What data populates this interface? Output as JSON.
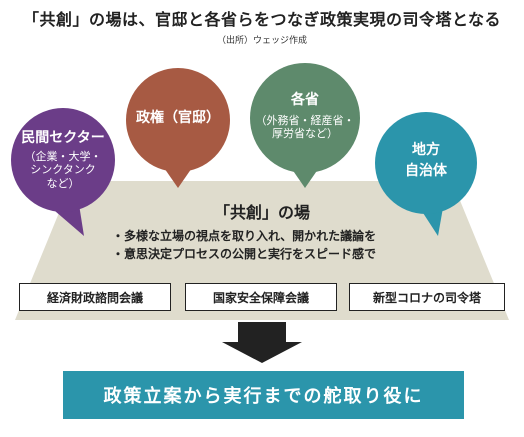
{
  "title": "「共創」の場は、官邸と各省らをつなぎ政策実現の司令塔となる",
  "source": "（出所）ウェッジ作成",
  "colors": {
    "purple": "#6b3d88",
    "brown": "#a75a43",
    "green": "#5e8a6c",
    "teal": "#2b95ab",
    "platform": "#dfdccd",
    "banner": "#2b95ab",
    "arrow": "#222222"
  },
  "bubbles": [
    {
      "title": "民間セクター",
      "sub": [
        "（企業・大学・",
        "シンクタンク",
        "など）"
      ]
    },
    {
      "title": "政権（官邸）",
      "sub": []
    },
    {
      "title": "各省",
      "sub": [
        "（外務省・経産省・",
        "厚労省など）"
      ]
    },
    {
      "title": "地方",
      "sub": [
        "自治体"
      ]
    }
  ],
  "center": {
    "title": "「共創」の場",
    "bullets": [
      "・多様な立場の視点を取り入れ、開かれた議論を",
      "・意思決定プロセスの公開と実行をスピード感で"
    ]
  },
  "councils": [
    "経済財政諮問会議",
    "国家安全保障会議",
    "新型コロナの司令塔"
  ],
  "banner": "政策立案から実行までの舵取り役に"
}
